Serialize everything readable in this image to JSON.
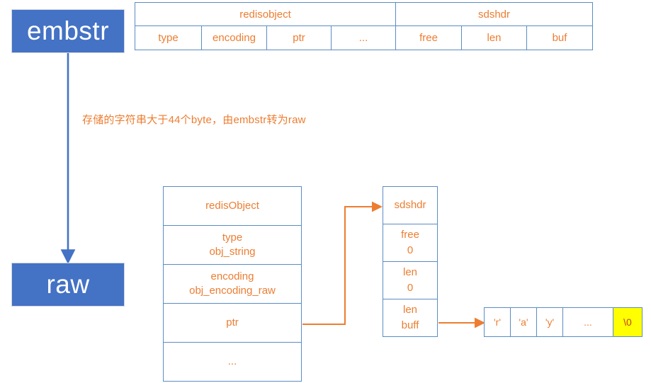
{
  "diagram": {
    "title": "redis string encoding: embstr to raw conversion",
    "colors": {
      "box_fill": "#4472C4",
      "box_text": "#FFFFFF",
      "accent_text": "#ED7D31",
      "cell_border": "#5B8CC4",
      "blue_arrow": "#4472C4",
      "orange_arrow": "#ED7D31",
      "highlight": "#FFFF00",
      "nul_text": "#C0401F"
    }
  },
  "states": {
    "from": "embstr",
    "to": "raw"
  },
  "caption": "存储的字符串大于44个byte，由embstr转为raw",
  "top_table": {
    "headers": [
      {
        "label": "redisobject",
        "span": 4
      },
      {
        "label": "sdshdr",
        "span": 3
      }
    ],
    "fields": [
      "type",
      "encoding",
      "ptr",
      "...",
      "free",
      "len",
      "buf"
    ]
  },
  "redisobject_table": {
    "header": "redisObject",
    "rows": [
      {
        "name": "type",
        "value": "obj_string"
      },
      {
        "name": "encoding",
        "value": "obj_encoding_raw"
      },
      {
        "name": "ptr",
        "value": ""
      },
      {
        "name": "...",
        "value": ""
      }
    ]
  },
  "sdshdr_table": {
    "header": "sdshdr",
    "rows": [
      {
        "name": "free",
        "value": "0"
      },
      {
        "name": "len",
        "value": "0"
      },
      {
        "name": "len",
        "value": "buff"
      }
    ]
  },
  "char_buffer": {
    "cells": [
      "'r'",
      "'a'",
      "'y'",
      "...",
      "\\0"
    ]
  }
}
